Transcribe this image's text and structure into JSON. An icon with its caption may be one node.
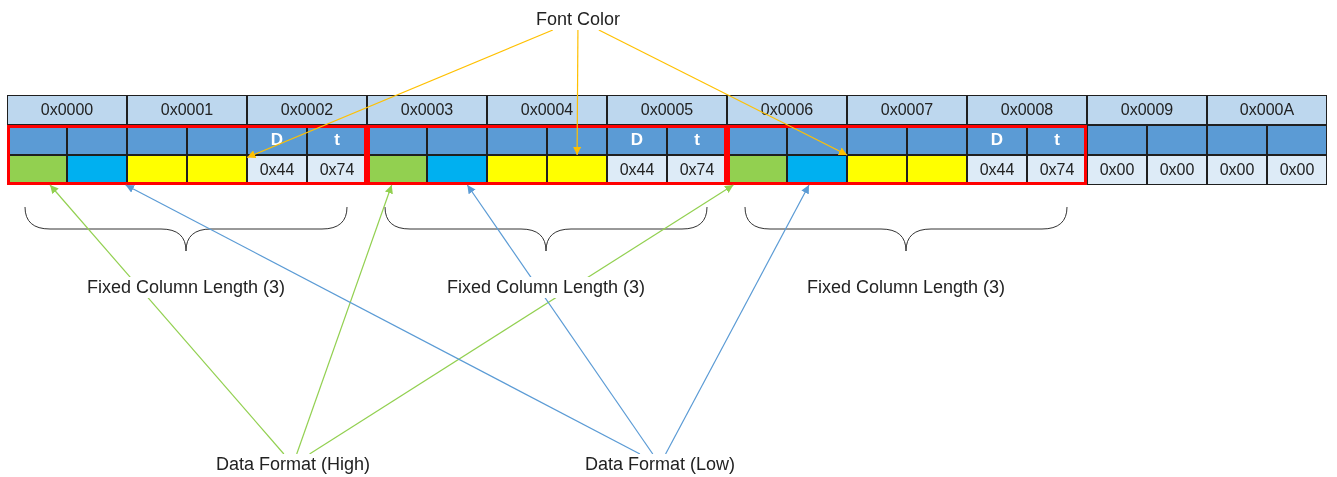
{
  "diagram": {
    "nodes": [
      {
        "text": [
          "Font Color"
        ]
      },
      {
        "text": [],
        "shape": "box"
      },
      {
        "text": [],
        "shape": "box"
      },
      {
        "text": [],
        "shape": "box"
      },
      {
        "text": [],
        "shape": "box"
      },
      {
        "text": [],
        "shape": "box"
      },
      {
        "text": [],
        "shape": "box"
      },
      {
        "text": [],
        "shape": "box"
      },
      {
        "text": [],
        "shape": "box"
      },
      {
        "text": [],
        "shape": "box"
      },
      {
        "text": [
          "Data Format (High)"
        ]
      },
      {
        "text": [
          "Data Format (Low)"
        ]
      }
    ],
    "edges": [
      {
        "from": 0,
        "to": 3,
        "arrow": "to",
        "color": "#ffc000"
      },
      {
        "from": 0,
        "to": 6,
        "arrow": "to",
        "color": "#ffc000"
      },
      {
        "from": 0,
        "to": 9,
        "arrow": "to",
        "color": "#ffc000"
      },
      {
        "from": 10,
        "to": 1,
        "arrow": "to",
        "color": "#92d050"
      },
      {
        "from": 10,
        "to": 4,
        "arrow": "to",
        "color": "#92d050"
      },
      {
        "from": 10,
        "to": 7,
        "arrow": "to",
        "color": "#92d050"
      },
      {
        "from": 11,
        "to": 2,
        "arrow": "to",
        "color": "#5b9bd5"
      },
      {
        "from": 11,
        "to": 5,
        "arrow": "to",
        "color": "#5b9bd5"
      },
      {
        "from": 11,
        "to": 8,
        "arrow": "to",
        "color": "#5b9bd5"
      }
    ],
    "labels": [
      "0x0000",
      "0x0001",
      "0x0002",
      "0x0003",
      "0x0004",
      "0x0005",
      "0x0006",
      "0x0007",
      "0x0008",
      "0x0009",
      "0x000A",
      "D",
      "t",
      "D",
      "t",
      "D",
      "t",
      "0x44",
      "0x74",
      "0x44",
      "0x74",
      "0x44",
      "0x74",
      "0x00",
      "0x00",
      "0x00",
      "0x00",
      "Fixed Column Length (3)",
      "Fixed Column Length (3)",
      "Fixed Column Length (3)"
    ]
  }
}
